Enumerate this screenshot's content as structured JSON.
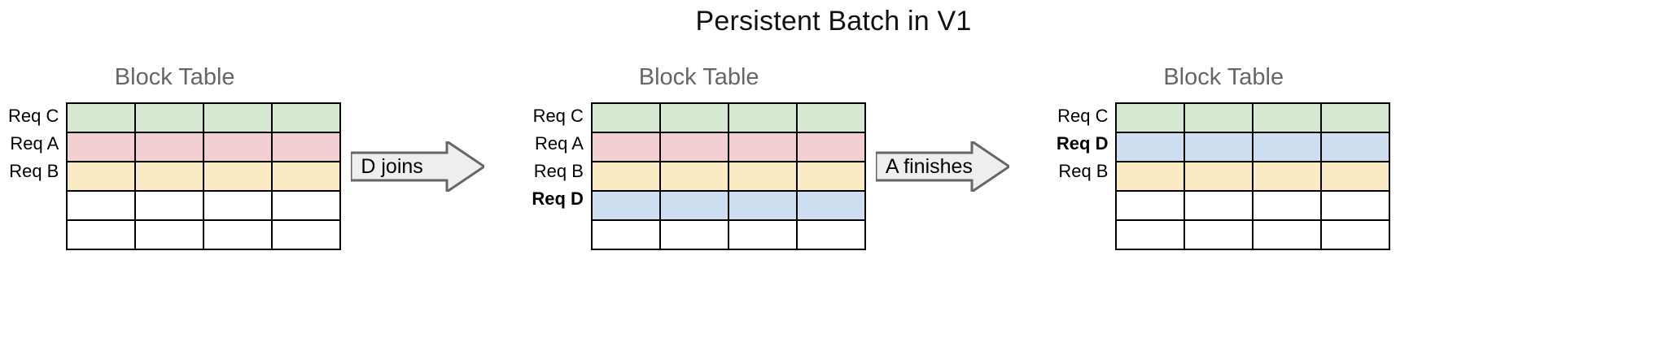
{
  "title": "Persistent Batch in V1",
  "colors": {
    "green": "#d6e8d2",
    "pink": "#f2d0d2",
    "yellow": "#fbebc4",
    "blue": "#cfdff1",
    "empty": "#ffffff",
    "border": "#000000",
    "caption_text": "#666666",
    "arrow_fill": "#eeeeee",
    "arrow_stroke": "#666666",
    "title_text": "#111111"
  },
  "panels": [
    {
      "caption": "Block Table",
      "columns": 4,
      "rows": [
        {
          "label": "Req C",
          "bold": false,
          "color_key": "green",
          "filled": true
        },
        {
          "label": "Req A",
          "bold": false,
          "color_key": "pink",
          "filled": true
        },
        {
          "label": "Req B",
          "bold": false,
          "color_key": "yellow",
          "filled": true
        },
        {
          "label": "",
          "bold": false,
          "color_key": "empty",
          "filled": false
        },
        {
          "label": "",
          "bold": false,
          "color_key": "empty",
          "filled": false
        }
      ]
    },
    {
      "caption": "Block Table",
      "columns": 4,
      "rows": [
        {
          "label": "Req C",
          "bold": false,
          "color_key": "green",
          "filled": true
        },
        {
          "label": "Req A",
          "bold": false,
          "color_key": "pink",
          "filled": true
        },
        {
          "label": "Req B",
          "bold": false,
          "color_key": "yellow",
          "filled": true
        },
        {
          "label": "Req D",
          "bold": true,
          "color_key": "blue",
          "filled": true
        },
        {
          "label": "",
          "bold": false,
          "color_key": "empty",
          "filled": false
        }
      ]
    },
    {
      "caption": "Block Table",
      "columns": 4,
      "rows": [
        {
          "label": "Req C",
          "bold": false,
          "color_key": "green",
          "filled": true
        },
        {
          "label": "Req D",
          "bold": true,
          "color_key": "blue",
          "filled": true
        },
        {
          "label": "Req B",
          "bold": false,
          "color_key": "yellow",
          "filled": true
        },
        {
          "label": "",
          "bold": false,
          "color_key": "empty",
          "filled": false
        },
        {
          "label": "",
          "bold": false,
          "color_key": "empty",
          "filled": false
        }
      ]
    }
  ],
  "arrows": [
    {
      "label": "D joins",
      "direction": "right"
    },
    {
      "label": "A finishes",
      "direction": "right"
    }
  ]
}
